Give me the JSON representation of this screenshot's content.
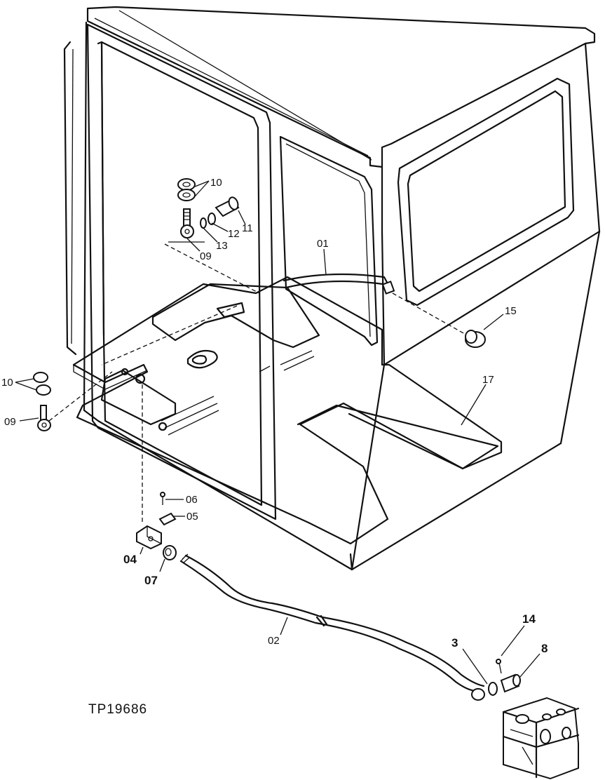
{
  "figure_code": "TP19686",
  "callouts": {
    "c01": "01",
    "c02": "02",
    "c03": "3",
    "c04": "04",
    "c05": "05",
    "c06": "06",
    "c07": "07",
    "c08": "8",
    "c09_top": "09",
    "c09_left": "09",
    "c10_top": "10",
    "c10_left": "10",
    "c11": "11",
    "c12": "12",
    "c13": "13",
    "c14": "14",
    "c15": "15",
    "c17": "17"
  }
}
